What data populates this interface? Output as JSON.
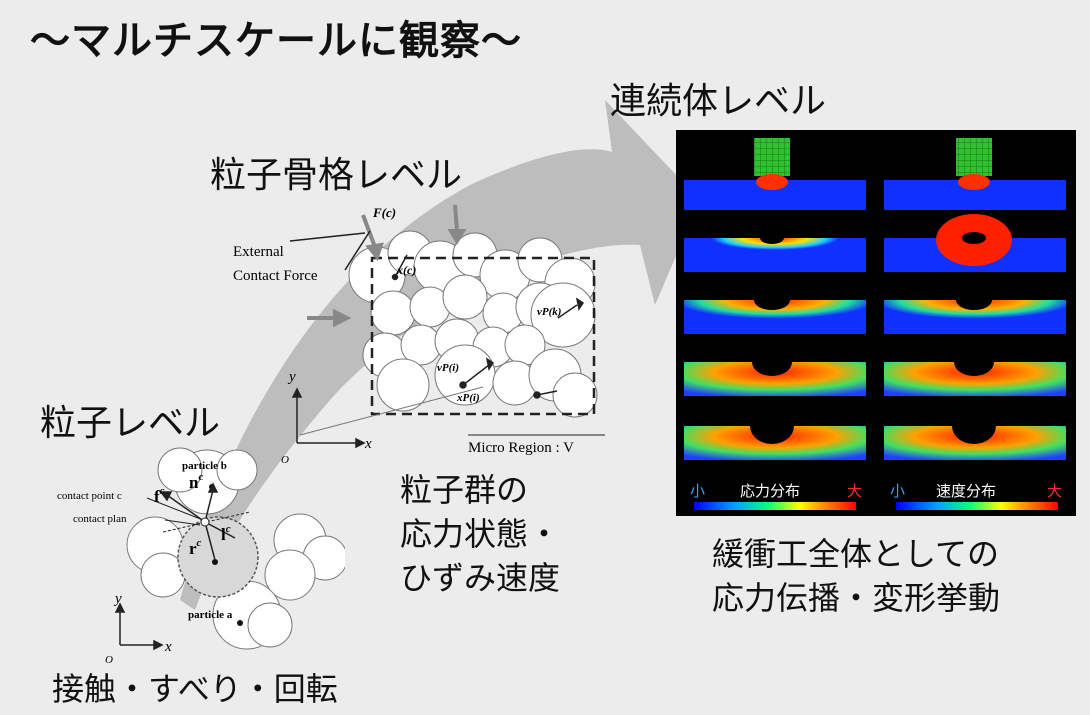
{
  "title": "～マルチスケールに観察～",
  "headings": {
    "continuum": "連続体レベル",
    "skeleton": "粒子骨格レベル",
    "particle": "粒子レベル",
    "contact": "接触・すべり・回転"
  },
  "descriptions": {
    "middle": [
      "粒子群の",
      "応力状態・",
      "ひずみ速度"
    ],
    "right": [
      "緩衝工全体としての",
      "応力伝播・変形挙動"
    ]
  },
  "skeleton_diagram": {
    "external_label_1": "External",
    "external_label_2": "Contact Force",
    "force": "F(c)",
    "xc": "x(c)",
    "vpk": "vP(k)",
    "vpi": "vP(i)",
    "xpi": "xP(i)",
    "region": "Micro Region : V",
    "axis_y": "y",
    "axis_x": "x",
    "origin": "O"
  },
  "particle_diagram": {
    "particle_b": "particle b",
    "particle_a": "particle a",
    "contact_point": "contact point c",
    "contact_plan": "contact plan",
    "f": "f",
    "f_sup": "c",
    "n": "n",
    "n_sup": "c",
    "r": "r",
    "r_sup": "c",
    "l": "l",
    "l_sup": "c",
    "axis_y": "y",
    "axis_x": "x",
    "origin": "O"
  },
  "simulation": {
    "left_legend": {
      "small": "小",
      "label": "応力分布",
      "large": "大"
    },
    "right_legend": {
      "small": "小",
      "label": "速度分布",
      "large": "大"
    },
    "legend_colors": {
      "small": "#2aa8ff",
      "label": "#ffffff",
      "large": "#ff2a2a"
    },
    "colorbar": [
      "#0000ff",
      "#00a0ff",
      "#00ff80",
      "#ffff00",
      "#ff8000",
      "#ff0000"
    ]
  }
}
